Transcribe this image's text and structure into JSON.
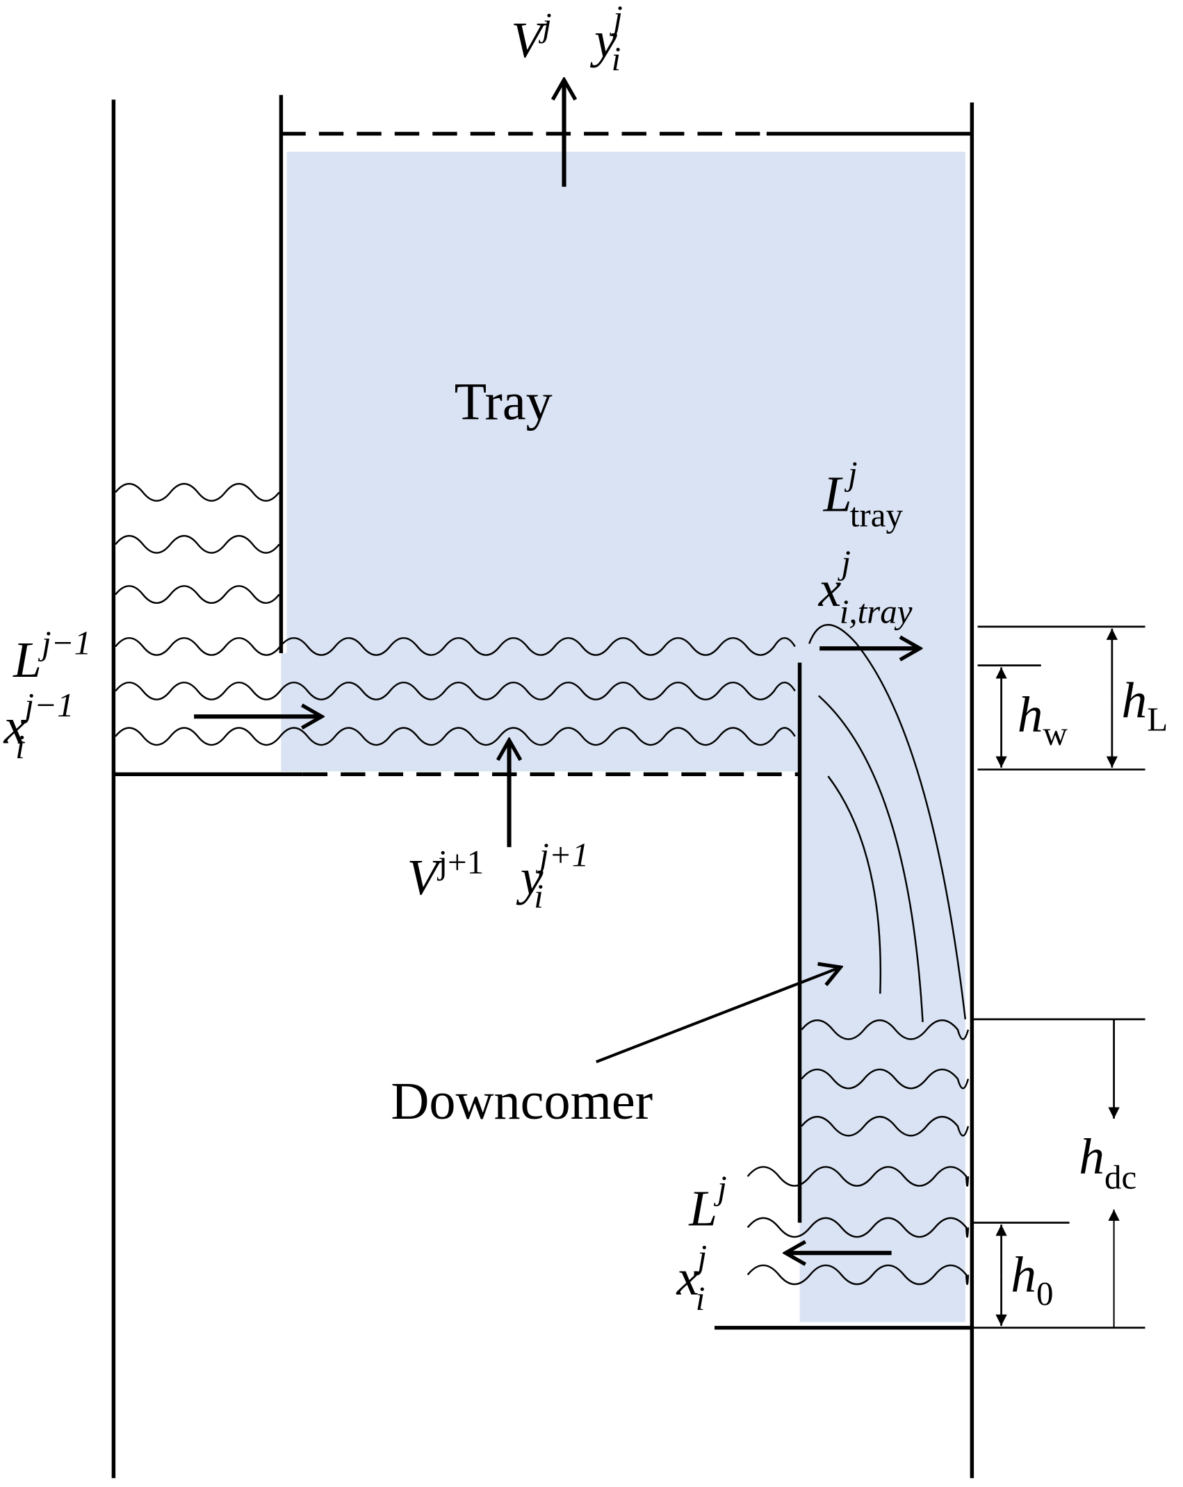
{
  "colors": {
    "liquid_fill": "#dae3f3",
    "line": "#000000"
  },
  "labels": {
    "tray": "Tray",
    "downcomer": "Downcomer",
    "vapor_out": {
      "V": "V",
      "V_sup": "j",
      "y": "y",
      "y_sub": "i",
      "y_sup": "j"
    },
    "vapor_in": {
      "V": "V",
      "V_sup": "j+1",
      "y": "y",
      "y_sub": "i",
      "y_sup": "j+1"
    },
    "liquid_in": {
      "L": "L",
      "L_sup": "j−1",
      "x": "x",
      "x_sub": "i",
      "x_sup": "j−1"
    },
    "liquid_tray": {
      "L": "L",
      "L_sup": "j",
      "L_sub": "tray",
      "x": "x",
      "x_sup": "j",
      "x_sub": "i,tray"
    },
    "liquid_out": {
      "L": "L",
      "L_sup": "j",
      "x": "x",
      "x_sub": "i",
      "x_sup": "j"
    },
    "h_w": {
      "h": "h",
      "sub": "w"
    },
    "h_L": {
      "h": "h",
      "sub": "L"
    },
    "h_dc": {
      "h": "h",
      "sub": "dc"
    },
    "h_0": {
      "h": "h",
      "sub": "0"
    }
  }
}
